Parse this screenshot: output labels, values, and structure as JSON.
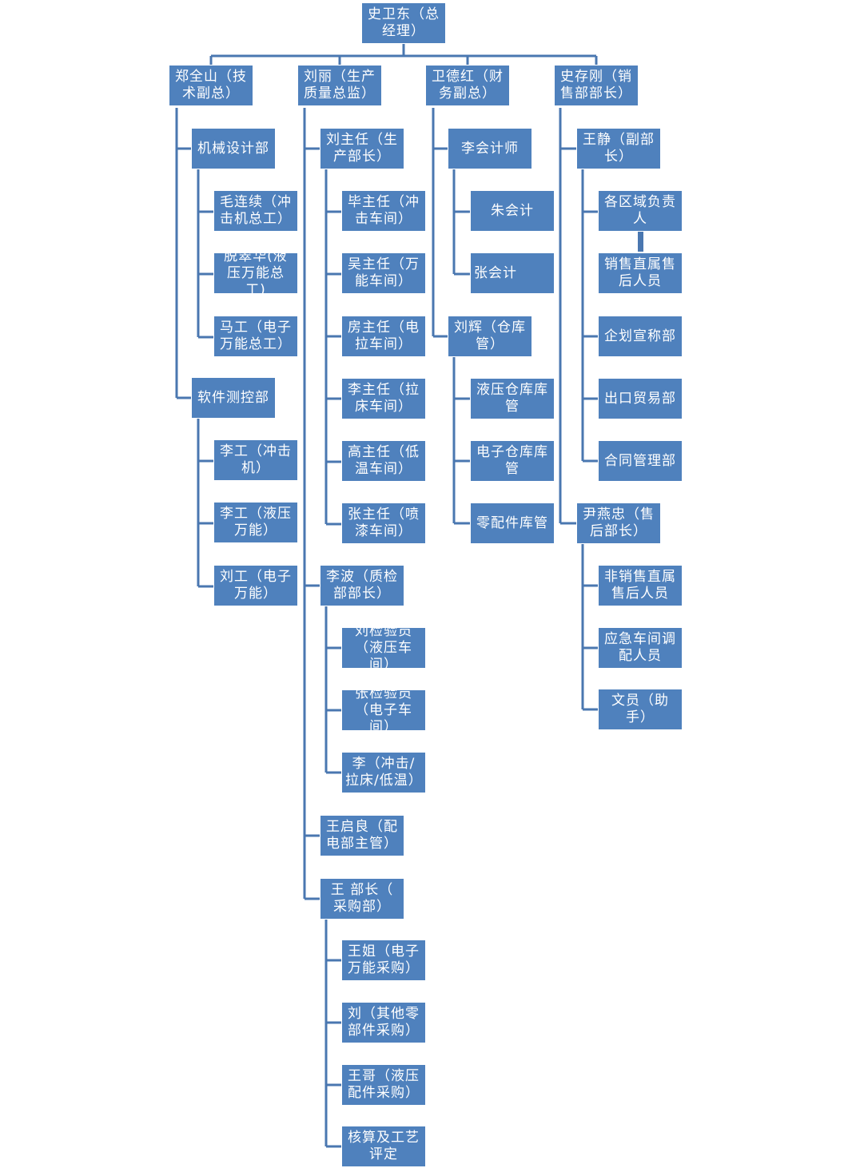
{
  "chart": {
    "root": "史卫东（总经理）",
    "branches": [
      {
        "label": "郑全山（技术副总）",
        "children": [
          {
            "label": "机械设计部",
            "children": [
              "毛连续（冲击机总工）",
              "脱翠华(液压万能总工)",
              "马工（电子万能总工）"
            ]
          },
          {
            "label": "软件测控部",
            "children": [
              "李工（冲击机）",
              "李工（液压万能）",
              "刘工（电子万能）"
            ]
          }
        ]
      },
      {
        "label": "刘丽（生产质量总监）",
        "children": [
          {
            "label": "刘主任（生产部长）",
            "children": [
              "毕主任（冲击车间）",
              "吴主任（万能车间）",
              "房主任（电拉车间）",
              "李主任（拉床车间）",
              "高主任（低温车间）",
              "张主任（喷漆车间）"
            ]
          },
          {
            "label": "李波（质检部部长）",
            "children": [
              "刘检验员（液压车间）",
              "张检验员（电子车间）",
              "李（冲击/拉床/低温）"
            ]
          },
          {
            "label": "王启良（配电部主管）",
            "children": []
          },
          {
            "label": "王 部长（ 采购部）",
            "children": [
              "王姐（电子万能采购）",
              "刘（其他零部件采购）",
              "王哥（液压配件采购）",
              "核算及工艺评定"
            ]
          }
        ]
      },
      {
        "label": "卫德红（财务副总）",
        "children": [
          {
            "label": "李会计师",
            "children": [
              "朱会计",
              "张会计"
            ]
          },
          {
            "label": "刘辉（仓库管）",
            "children": [
              "液压仓库库管",
              "电子仓库库管",
              "零配件库管"
            ]
          }
        ]
      },
      {
        "label": "史存刚（销售部部长）",
        "children": [
          {
            "label": "王静（副部长）",
            "children": [
              "各区域负责人",
              "销售直属售后人员",
              "企划宣称部",
              "出口贸易部",
              "合同管理部"
            ]
          },
          {
            "label": "尹燕忠（售后部长）",
            "children": [
              "非销售直属售后人员",
              "应急车间调配人员",
              "文员（助手）"
            ]
          }
        ]
      }
    ]
  }
}
